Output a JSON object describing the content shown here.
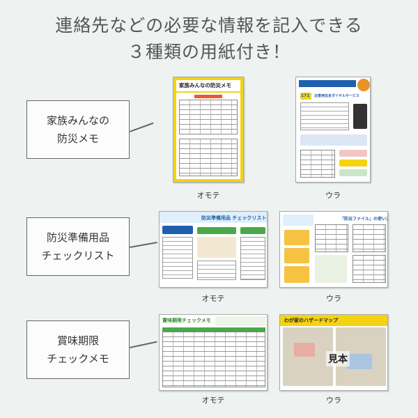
{
  "headline": {
    "line1": "連絡先などの必要な情報を記入できる",
    "line2": "３種類の用紙付き！"
  },
  "sections": [
    {
      "label_lines": [
        "家族みんなの",
        "防災メモ"
      ],
      "front_caption": "オモテ",
      "back_caption": "ウラ",
      "front_title": "家族みんなの防災メモ",
      "back_title": "災害用伝言ダイヤルサービス",
      "back_number": "171"
    },
    {
      "label_lines": [
        "防災準備用品",
        "チェックリスト"
      ],
      "front_caption": "オモテ",
      "back_caption": "ウラ",
      "front_title": "防災準備用品 チェックリスト",
      "back_title": "「防災ファイル」の使い方"
    },
    {
      "label_lines": [
        "賞味期限",
        "チェックメモ"
      ],
      "front_caption": "オモテ",
      "back_caption": "ウラ",
      "front_title": "賞味期限チェックメモ",
      "back_title": "わが家のハザードマップ",
      "back_stamp": "見本"
    }
  ],
  "colors": {
    "background": "#eef3f1",
    "yellow": "#f5d313",
    "blue": "#1f5fae",
    "green": "#4aa84a",
    "orange": "#e9922a"
  }
}
